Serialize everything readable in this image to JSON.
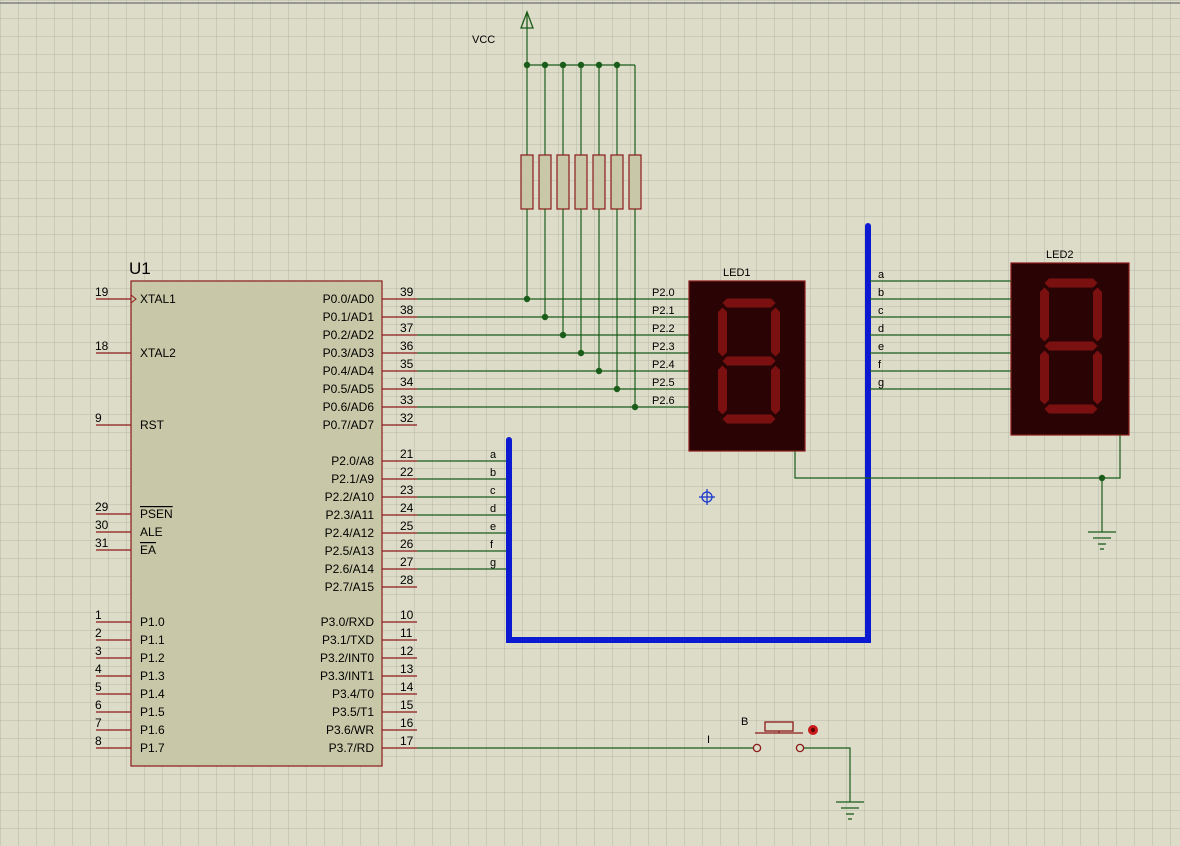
{
  "colors": {
    "background": "#dcdcc8",
    "grid": "#b8b8a8",
    "wire": "#1a5c1a",
    "bus": "#0b1ad0",
    "component_body": "#c8c8a8",
    "component_outline": "#8b1a1a",
    "pin_line": "#8b1a1a",
    "segment_off": "#7a1010",
    "display_body": "#2a0404",
    "probe": "#c81a1a",
    "cursor": "#1a3acc"
  },
  "mcu": {
    "ref": "U1",
    "left_pins": [
      {
        "num": "19",
        "name": "XTAL1"
      },
      {
        "num": "18",
        "name": "XTAL2"
      },
      {
        "num": "9",
        "name": "RST"
      },
      {
        "num": "29",
        "name": "PSEN"
      },
      {
        "num": "30",
        "name": "ALE"
      },
      {
        "num": "31",
        "name": "EA"
      },
      {
        "num": "1",
        "name": "P1.0"
      },
      {
        "num": "2",
        "name": "P1.1"
      },
      {
        "num": "3",
        "name": "P1.2"
      },
      {
        "num": "4",
        "name": "P1.3"
      },
      {
        "num": "5",
        "name": "P1.4"
      },
      {
        "num": "6",
        "name": "P1.5"
      },
      {
        "num": "7",
        "name": "P1.6"
      },
      {
        "num": "8",
        "name": "P1.7"
      }
    ],
    "right_pins": [
      {
        "num": "39",
        "name": "P0.0/AD0"
      },
      {
        "num": "38",
        "name": "P0.1/AD1"
      },
      {
        "num": "37",
        "name": "P0.2/AD2"
      },
      {
        "num": "36",
        "name": "P0.3/AD3"
      },
      {
        "num": "35",
        "name": "P0.4/AD4"
      },
      {
        "num": "34",
        "name": "P0.5/AD5"
      },
      {
        "num": "33",
        "name": "P0.6/AD6"
      },
      {
        "num": "32",
        "name": "P0.7/AD7"
      },
      {
        "num": "21",
        "name": "P2.0/A8"
      },
      {
        "num": "22",
        "name": "P2.1/A9"
      },
      {
        "num": "23",
        "name": "P2.2/A10"
      },
      {
        "num": "24",
        "name": "P2.3/A11"
      },
      {
        "num": "25",
        "name": "P2.4/A12"
      },
      {
        "num": "26",
        "name": "P2.5/A13"
      },
      {
        "num": "27",
        "name": "P2.6/A14"
      },
      {
        "num": "28",
        "name": "P2.7/A15"
      },
      {
        "num": "10",
        "name": "P3.0/RXD"
      },
      {
        "num": "11",
        "name": "P3.1/TXD"
      },
      {
        "num": "12",
        "name": "P3.2/INT0"
      },
      {
        "num": "13",
        "name": "P3.3/INT1"
      },
      {
        "num": "14",
        "name": "P3.4/T0"
      },
      {
        "num": "15",
        "name": "P3.5/T1"
      },
      {
        "num": "16",
        "name": "P3.6/WR"
      },
      {
        "num": "17",
        "name": "P3.7/RD"
      }
    ]
  },
  "power": {
    "vcc_label": "VCC"
  },
  "led1": {
    "ref": "LED1",
    "wire_labels": [
      "P2.0",
      "P2.1",
      "P2.2",
      "P2.3",
      "P2.4",
      "P2.5",
      "P2.6"
    ]
  },
  "led2": {
    "ref": "LED2",
    "wire_labels": [
      "a",
      "b",
      "c",
      "d",
      "e",
      "f",
      "g"
    ]
  },
  "p2_bus_labels": [
    "a",
    "b",
    "c",
    "d",
    "e",
    "f",
    "g"
  ],
  "button": {
    "ref": "B",
    "marker": "I"
  }
}
